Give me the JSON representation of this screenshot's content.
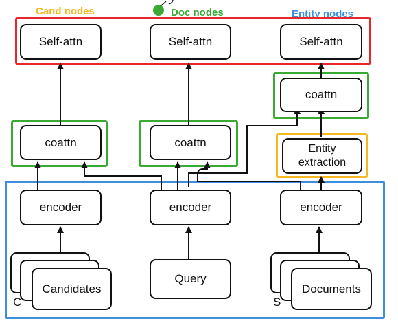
{
  "header": {
    "cand_label": "Cand nodes",
    "doc_label": "Doc nodes",
    "entity_label": "Entity nodes"
  },
  "nodes": {
    "self_attn_cand": "Self-attn",
    "self_attn_doc": "Self-attn",
    "self_attn_entity": "Self-attn",
    "coattn_entity": "coattn",
    "coattn_cand": "coattn",
    "coattn_doc": "coattn",
    "entity_extraction": "Entity extraction",
    "encoder_cand": "encoder",
    "encoder_query": "encoder",
    "encoder_doc": "encoder",
    "candidates": "Candidates",
    "query": "Query",
    "documents": "Documents"
  },
  "letters": {
    "c": "C",
    "s": "S"
  },
  "colors": {
    "red_frame": "#e8262b",
    "green_frame": "#3aaa35",
    "yellow_frame": "#f5b820",
    "blue_frame": "#3d8fdd",
    "cand_label": "#f5b820",
    "doc_label": "#3aaa35",
    "entity_label": "#3d8fdd"
  }
}
